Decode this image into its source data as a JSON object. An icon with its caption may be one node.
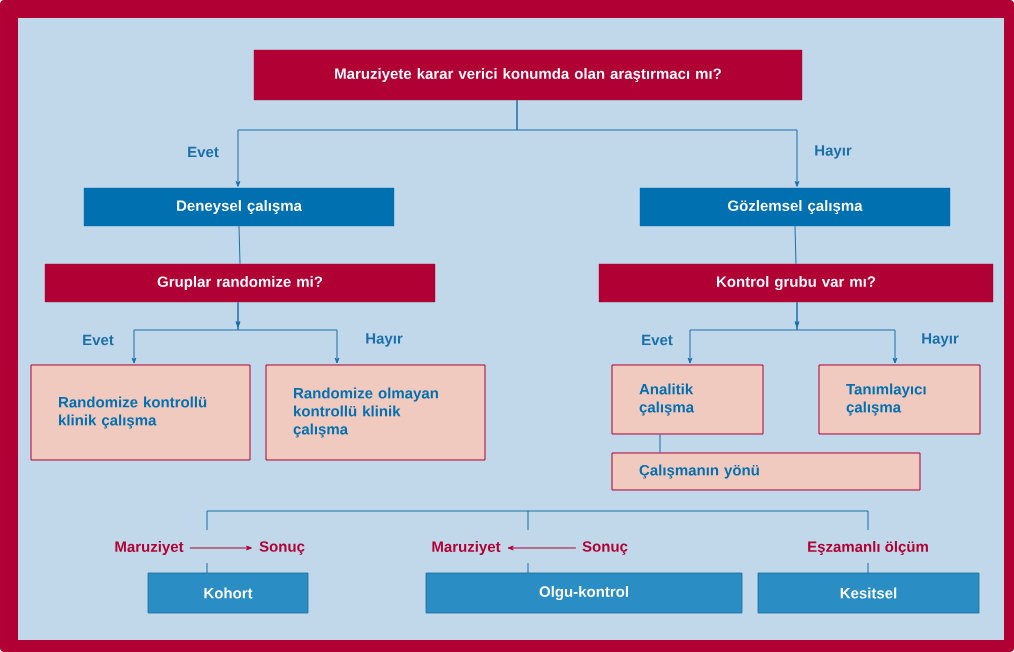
{
  "diagram": {
    "nodes": [
      {
        "text": [
          "Maruziyete karar verici konumda olan araştırmacı mı?"
        ]
      },
      {
        "text": [
          "Deneysel çalışma"
        ]
      },
      {
        "text": [
          "Gözlemsel çalışma"
        ]
      },
      {
        "text": [
          "Gruplar randomize mi?"
        ]
      },
      {
        "text": [
          "Kontrol grubu var mı?"
        ]
      },
      {
        "text": [
          "Randomize kontrollü klinik çalışma"
        ]
      },
      {
        "text": [
          "Randomize olmayan kontrollü klinik çalışma"
        ]
      },
      {
        "text": [
          "Analitik çalışma"
        ]
      },
      {
        "text": [
          "Tanımlayıcı çalışma"
        ]
      },
      {
        "text": [
          "Çalışmanın yönü"
        ]
      },
      {
        "text": [
          "Maruziyet"
        ]
      },
      {
        "text": [
          "Sonuç"
        ]
      },
      {
        "text": [
          "Maruziyet"
        ]
      },
      {
        "text": [
          "Sonuç"
        ]
      },
      {
        "text": [
          "Kohort"
        ]
      },
      {
        "text": [
          "Olgu-kontrol"
        ]
      },
      {
        "text": [
          "Kesitsel"
        ]
      }
    ],
    "edges": [
      {
        "from": 0,
        "to": 1,
        "arrow": "to",
        "label": "Evet"
      },
      {
        "from": 0,
        "to": 2,
        "arrow": "to",
        "label": "Hayır"
      },
      {
        "from": 1,
        "to": 3,
        "arrow": "none"
      },
      {
        "from": 2,
        "to": 4,
        "arrow": "none"
      },
      {
        "from": 3,
        "to": 5,
        "arrow": "to",
        "label": "Evet"
      },
      {
        "from": 3,
        "to": 6,
        "arrow": "to",
        "label": "Hayır"
      },
      {
        "from": 4,
        "to": 7,
        "arrow": "to",
        "label": "Evet"
      },
      {
        "from": 4,
        "to": 8,
        "arrow": "to",
        "label": "Hayır"
      },
      {
        "from": 7,
        "to": 9,
        "arrow": "none"
      },
      {
        "from": 10,
        "to": 11,
        "arrow": "to",
        "color": "#b00034"
      },
      {
        "from": 13,
        "to": 12,
        "arrow": "to",
        "color": "#b00034"
      }
    ],
    "labels": [
      "Eşzamanlı ölçüm"
    ]
  }
}
